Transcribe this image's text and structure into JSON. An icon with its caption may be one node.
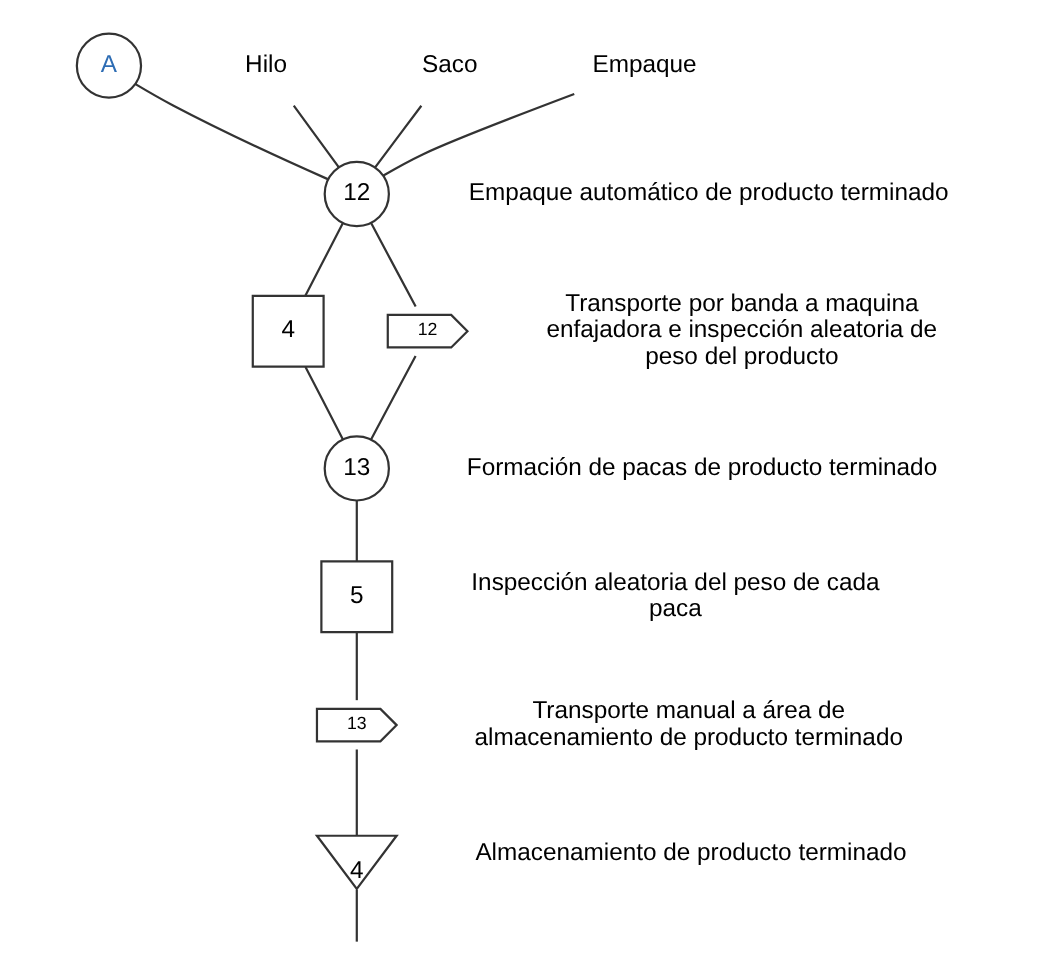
{
  "diagram": {
    "nodes": [
      {
        "text": [
          "A"
        ]
      },
      {
        "text": [
          "Hilo"
        ]
      },
      {
        "text": [
          "Saco"
        ]
      },
      {
        "text": [
          "Empaque"
        ]
      },
      {
        "text": [
          "12"
        ],
        "beside": [
          "Empaque automático de producto terminado"
        ]
      },
      {
        "text": [
          "4"
        ]
      },
      {
        "text": [
          "12"
        ],
        "beside": [
          "Transporte por banda a maquina enfajadora e inspección aleatoria de peso del producto"
        ]
      },
      {
        "text": [
          "13"
        ],
        "beside": [
          "Formación de pacas de producto terminado"
        ]
      },
      {
        "text": [
          "5"
        ],
        "beside": [
          "Inspección aleatoria del peso de cada paca"
        ]
      },
      {
        "text": [
          "13"
        ],
        "beside": [
          "Transporte manual a área de almacenamiento de producto terminado"
        ]
      },
      {
        "text": [
          "4"
        ],
        "beside": [
          "Almacenamiento de producto terminado"
        ]
      }
    ],
    "edges": [
      {
        "from": 0,
        "to": 4,
        "arrow": "none"
      },
      {
        "from": 1,
        "to": 4,
        "arrow": "none"
      },
      {
        "from": 2,
        "to": 4,
        "arrow": "none"
      },
      {
        "from": 3,
        "to": 4,
        "arrow": "none"
      },
      {
        "from": 4,
        "to": 5,
        "arrow": "none"
      },
      {
        "from": 4,
        "to": 6,
        "arrow": "none"
      },
      {
        "from": 5,
        "to": 7,
        "arrow": "none"
      },
      {
        "from": 6,
        "to": 7,
        "arrow": "none"
      },
      {
        "from": 7,
        "to": 8,
        "arrow": "none"
      },
      {
        "from": 8,
        "to": 9,
        "arrow": "none"
      },
      {
        "from": 9,
        "to": 10,
        "arrow": "none"
      },
      {
        "from": 10,
        "to": null,
        "arrow": "none"
      }
    ]
  }
}
